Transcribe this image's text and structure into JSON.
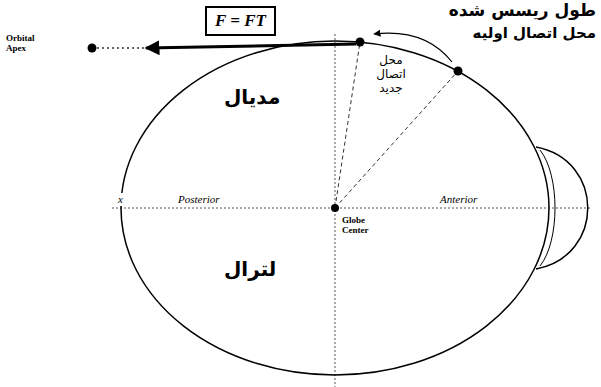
{
  "diagram": {
    "nodes": [
      {
        "text": [
          "F = FT"
        ]
      }
    ],
    "labels": [
      "Orbital Apex",
      "طول ریسس شده",
      "محل اتصال اولیه",
      "محل اتصال جدید",
      "مدیال",
      "x",
      "Posterior",
      "Anterior",
      "Globe Center",
      "لترال"
    ]
  }
}
